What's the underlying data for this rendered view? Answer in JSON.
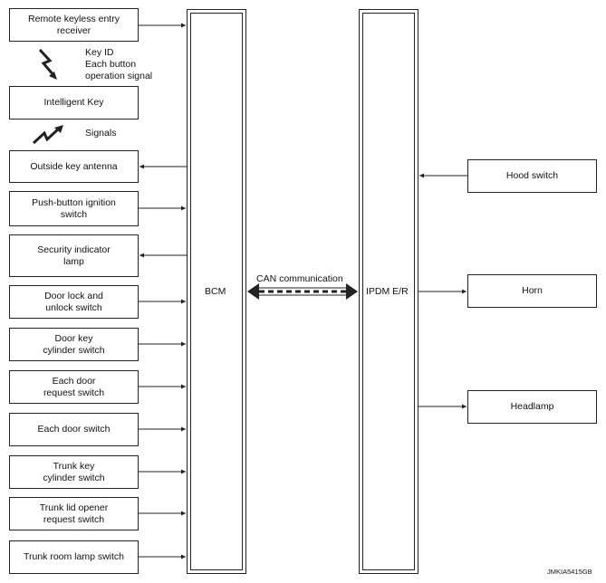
{
  "left_modules": [
    "Remote keyless entry\nreceiver",
    "Intelligent Key",
    "Outside key antenna",
    "Push-button ignition\nswitch",
    "Security indicator\nlamp",
    "Door lock and\nunlock switch",
    "Door key\ncylinder switch",
    "Each door\nrequest switch",
    "Each door switch",
    "Trunk key\ncylinder switch",
    "Trunk lid opener\nrequest switch",
    "Trunk room lamp switch"
  ],
  "right_modules": [
    "Hood switch",
    "Horn",
    "Headlamp"
  ],
  "bcm_label": "BCM",
  "ipdm_label": "IPDM E/R",
  "can_label": "CAN communication",
  "key_signal_label": "Key ID\nEach button\noperation signal",
  "signals_label": "Signals",
  "figure_code": "JMKIA5415GB"
}
